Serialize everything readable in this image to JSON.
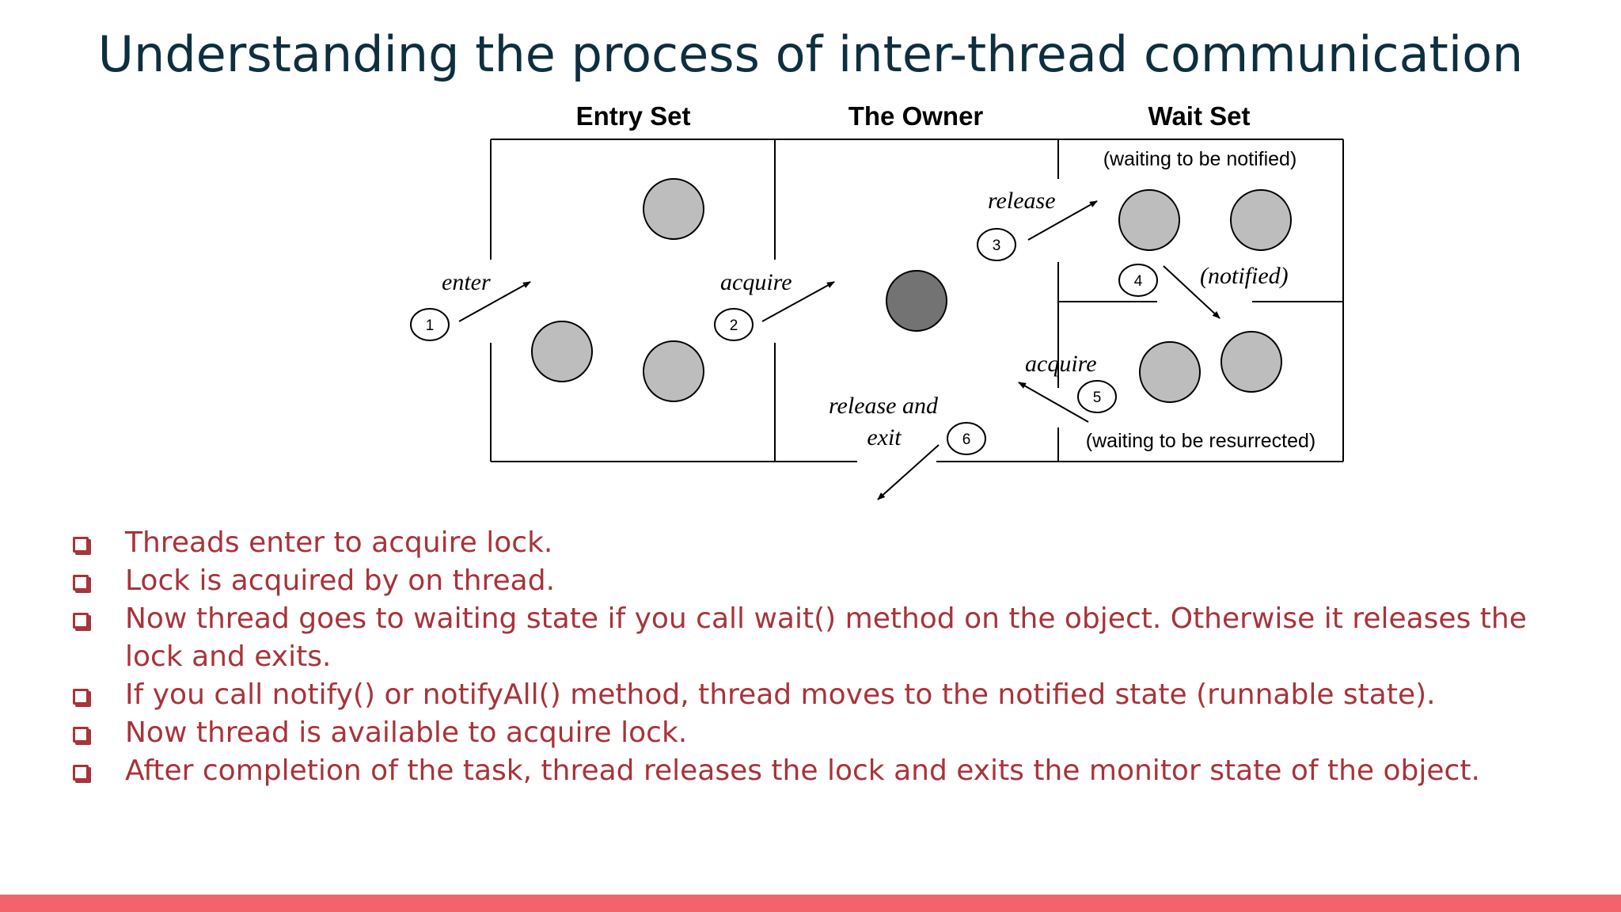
{
  "slide": {
    "title": "Understanding the process of inter-thread communication"
  },
  "diagram": {
    "headers": {
      "entry_set": "Entry Set",
      "owner": "The Owner",
      "wait_set": "Wait Set"
    },
    "notes": {
      "waiting_notified": "(waiting to be notified)",
      "waiting_resurrected": "(waiting to be resurrected)"
    },
    "labels": {
      "enter": "enter",
      "acquire": "acquire",
      "release": "release",
      "notified": "(notified)",
      "acquire_again": "acquire",
      "release_and": "release and",
      "exit": "exit"
    },
    "steps": [
      "1",
      "2",
      "3",
      "4",
      "5",
      "6"
    ],
    "colors": {
      "waiting_thread": "#bdbdbd",
      "owner_thread": "#737373"
    }
  },
  "bullets": [
    "Threads enter to acquire lock.",
    "Lock is acquired by on thread.",
    "Now thread goes to waiting state if you call wait() method on the object. Otherwise it releases the lock and exits.",
    "If you call notify() or notifyAll() method, thread moves to the notified state (runnable state).",
    "Now thread is available to acquire lock.",
    "After completion of the task, thread releases the lock and exits the monitor state of the object."
  ],
  "footer": {
    "color": "#f2636b"
  }
}
